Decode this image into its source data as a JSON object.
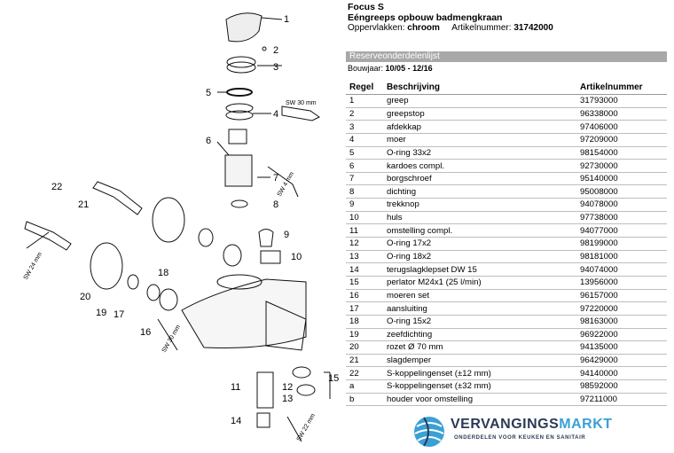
{
  "header": {
    "title": "Focus S",
    "subtitle": "Eéngreeps opbouw badmengkraan",
    "surfaces_label": "Oppervlakken:",
    "surfaces_value": "chroom",
    "article_label": "Artikelnummer:",
    "article_value": "31742000"
  },
  "banner": "Reserveonderdelenlijst",
  "build_year": {
    "label": "Bouwjaar:",
    "value": "10/05 - 12/16"
  },
  "table": {
    "headers": [
      "Regel",
      "Beschrijving",
      "Artikelnummer"
    ],
    "rows": [
      [
        "1",
        "greep",
        "31793000"
      ],
      [
        "2",
        "greepstop",
        "96338000"
      ],
      [
        "3",
        "afdekkap",
        "97406000"
      ],
      [
        "4",
        "moer",
        "97209000"
      ],
      [
        "5",
        "O-ring 33x2",
        "98154000"
      ],
      [
        "6",
        "kardoes compl.",
        "92730000"
      ],
      [
        "7",
        "borgschroef",
        "95140000"
      ],
      [
        "8",
        "dichting",
        "95008000"
      ],
      [
        "9",
        "trekknop",
        "94078000"
      ],
      [
        "10",
        "huls",
        "97738000"
      ],
      [
        "11",
        "omstelling compl.",
        "94077000"
      ],
      [
        "12",
        "O-ring 17x2",
        "98199000"
      ],
      [
        "13",
        "O-ring 18x2",
        "98181000"
      ],
      [
        "14",
        "terugslagklepset DW 15",
        "94074000"
      ],
      [
        "15",
        "perlator M24x1 (25 l/min)",
        "13956000"
      ],
      [
        "16",
        "moeren set",
        "96157000"
      ],
      [
        "17",
        "aansluiting",
        "97220000"
      ],
      [
        "18",
        "O-ring 15x2",
        "98163000"
      ],
      [
        "19",
        "zeefdichting",
        "96922000"
      ],
      [
        "20",
        "rozet Ø 70 mm",
        "94135000"
      ],
      [
        "21",
        "slagdemper",
        "96429000"
      ],
      [
        "22",
        "S-koppelingenset (±12 mm)",
        "94140000"
      ],
      [
        "a",
        "S-koppelingenset (±32 mm)",
        "98592000"
      ],
      [
        "b",
        "houder voor omstelling",
        "97211000"
      ]
    ]
  },
  "diagram": {
    "callouts": [
      "1",
      "2",
      "3",
      "4",
      "5",
      "6",
      "7",
      "8",
      "9",
      "10",
      "11",
      "12",
      "13",
      "14",
      "15",
      "16",
      "17",
      "18",
      "19",
      "20",
      "21",
      "22"
    ],
    "wrench_labels": [
      "SW 30 mm",
      "SW 4 mm",
      "SW 24 mm",
      "SW 30 mm",
      "SW 22 mm"
    ]
  },
  "logo": {
    "name_part1": "VERVANGINGS",
    "name_part2": "MARKT",
    "tagline": "ONDERDELEN VOOR KEUKEN EN SANITAIR"
  },
  "colors": {
    "banner_bg": "#a8a8a8",
    "logo_dark": "#2b3a55",
    "logo_blue": "#3aa0d6"
  }
}
